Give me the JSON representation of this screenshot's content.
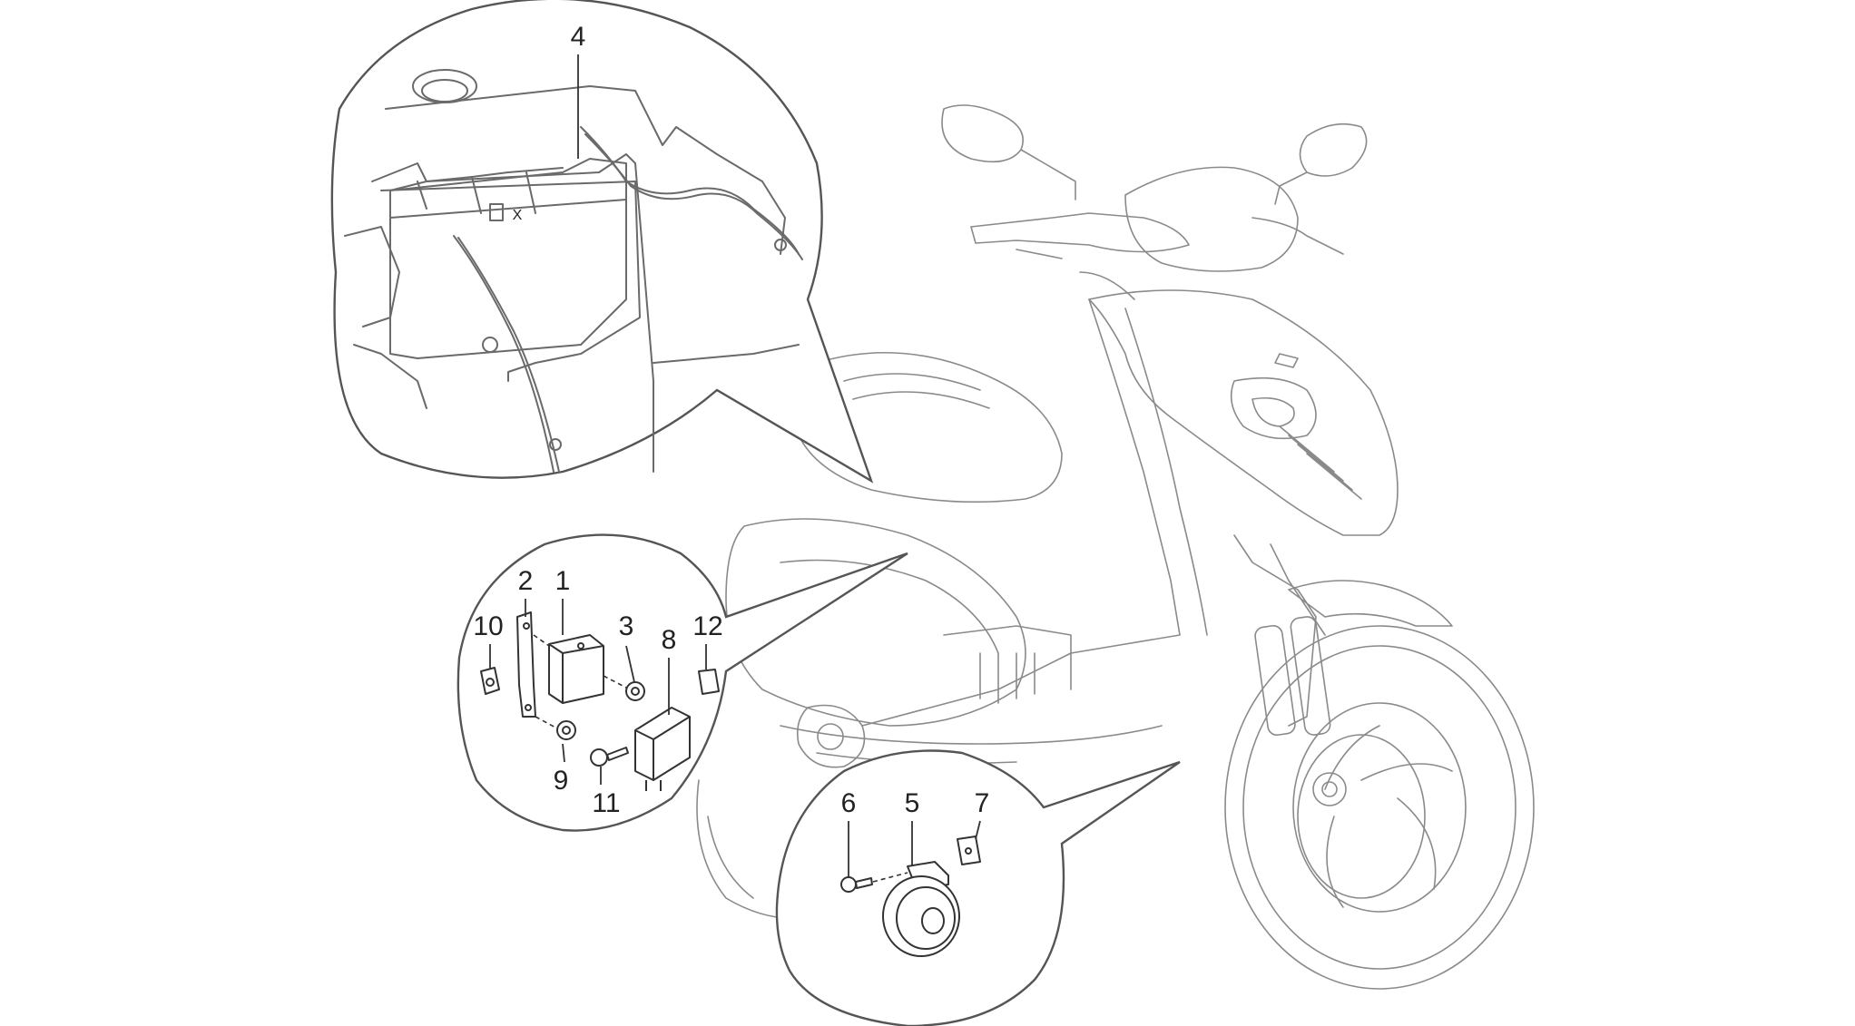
{
  "callouts": [
    "1",
    "2",
    "3",
    "4",
    "5",
    "6",
    "7",
    "8",
    "9",
    "10",
    "11",
    "12"
  ],
  "colors": {
    "line": "#8a8a8a",
    "part": "#333333",
    "background": "#ffffff"
  }
}
